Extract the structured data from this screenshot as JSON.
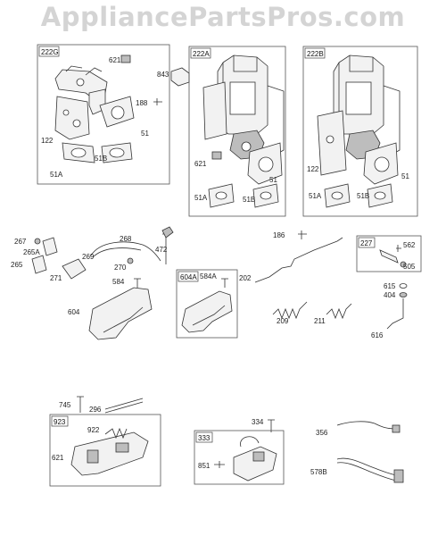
{
  "watermark": "AppliancePartsPros.com",
  "kits": {
    "k222G": "222G",
    "k222A": "222A",
    "k222B": "222B",
    "k227": "227",
    "k604A": "604A",
    "k923": "923",
    "k333": "333"
  },
  "labels": {
    "p621": "621",
    "p188": "188",
    "p122": "122",
    "p51": "51",
    "p51A": "51A",
    "p51B": "51B",
    "p843": "843",
    "p267": "267",
    "p265A": "265A",
    "p265": "265",
    "p271": "271",
    "p268": "268",
    "p269": "269",
    "p270": "270",
    "p472": "472",
    "p186": "186",
    "p202": "202",
    "p562": "562",
    "p505": "505",
    "p615": "615",
    "p404": "404",
    "p616": "616",
    "p584": "584",
    "p604": "604",
    "p584A": "584A",
    "p209": "209",
    "p211": "211",
    "p745": "745",
    "p296": "296",
    "p922": "922",
    "p334": "334",
    "p851": "851",
    "p356": "356",
    "p578B": "578B"
  }
}
